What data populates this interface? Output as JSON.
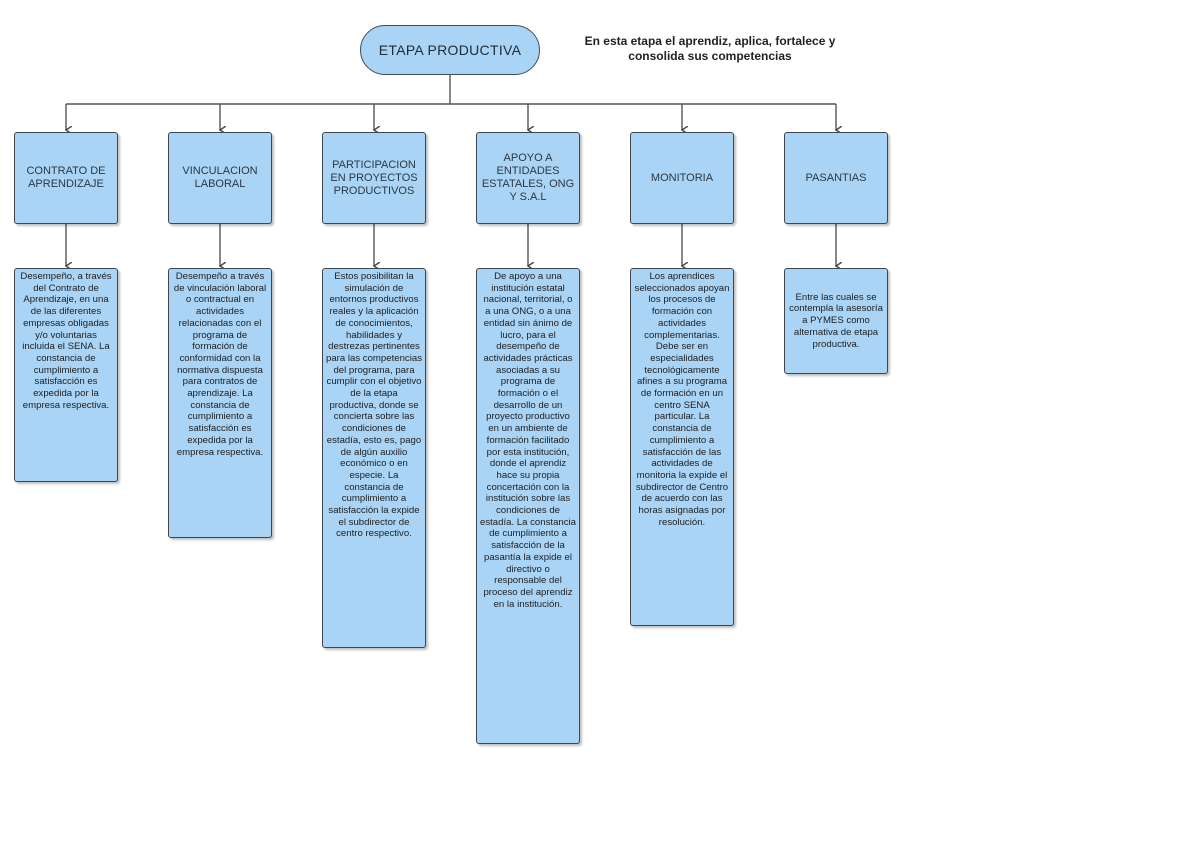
{
  "root": {
    "label": "ETAPA PRODUCTIVA"
  },
  "caption": "En esta etapa el aprendiz, aplica, fortalece y consolida sus competencias",
  "branches": [
    {
      "title": "CONTRATO DE APRENDIZAJE",
      "detail": "Desempeño, a través del Contrato de Aprendizaje, en una de las diferentes empresas obligadas y/o voluntarias incluida el SENA. La constancia de cumplimiento a satisfacción es expedida por la empresa respectiva."
    },
    {
      "title": "VINCULACION LABORAL",
      "detail": "Desempeño a través de vinculación laboral o contractual en actividades relacionadas con el programa de formación de conformidad con la normativa dispuesta para contratos de aprendizaje. La constancia de cumplimiento a satisfacción es expedida por la empresa respectiva."
    },
    {
      "title": "PARTICIPACION EN PROYECTOS PRODUCTIVOS",
      "detail": "Estos posibilitan la simulación de entornos productivos reales y la aplicación de conocimientos, habilidades y destrezas pertinentes para las competencias del programa, para cumplir con el objetivo de la etapa productiva, donde se concierta sobre las condiciones de estadía, esto es, pago de algún auxilio económico o en especie. La constancia de cumplimiento a satisfacción la expide el subdirector de centro respectivo."
    },
    {
      "title": "APOYO A ENTIDADES ESTATALES, ONG Y S.A.L",
      "detail": "De apoyo a una institución estatal nacional, territorial, o a una ONG, o a una entidad sin ánimo de lucro, para el desempeño de actividades prácticas asociadas a su programa de formación o el desarrollo de un proyecto productivo en un ambiente de formación facilitado por esta institución, donde el aprendiz hace su propia concertación con la institución sobre las condiciones de estadía. La constancia de cumplimiento a satisfacción de la pasantía la expide el directivo o responsable del proceso del aprendiz en la institución."
    },
    {
      "title": "MONITORIA",
      "detail": "Los aprendices seleccionados apoyan los procesos de formación con actividades complementarias. Debe ser en especialidades tecnológicamente afines a su programa de formación en un centro SENA particular. La constancia de cumplimiento a satisfacción de las actividades de monitoria la expide el subdirector de Centro de acuerdo con las horas asignadas por resolución."
    },
    {
      "title": "PASANTIAS",
      "detail": "Entre las cuales se contempla la asesoría a PYMES como alternativa de etapa productiva."
    }
  ]
}
